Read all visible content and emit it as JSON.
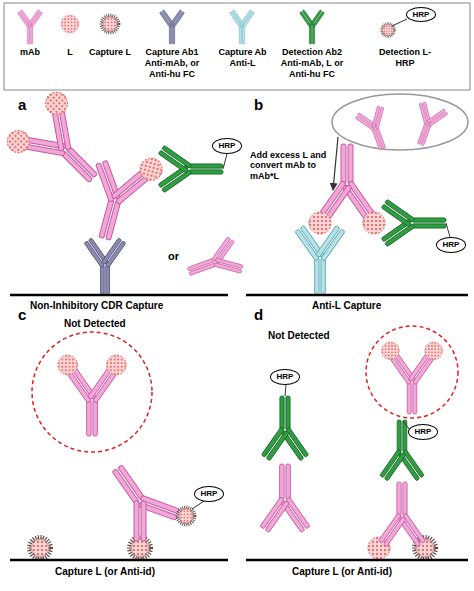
{
  "diagram": {
    "nodes": [
      {
        "text": [
          "HRP"
        ]
      },
      {
        "text": [
          "HRP"
        ]
      },
      {
        "text": [
          "HRP"
        ]
      },
      {
        "text": [
          "HRP"
        ]
      },
      {
        "text": [
          "HRP"
        ]
      },
      {
        "text": [
          "HRP"
        ]
      }
    ],
    "labels": [
      "a",
      "b",
      "c",
      "d",
      "Non-Inhibitory CDR Capture",
      "or",
      "Add excess L and convert mAb to mAb*L",
      "Anti-L Capture",
      "Not Detected",
      "Capture L (or Anti-id)",
      "Not Detected",
      "Capture L (or Anti-id)"
    ],
    "legend": [
      {
        "text": "mAb"
      },
      {
        "text": "L"
      },
      {
        "text": "Capture L"
      },
      {
        "text": "Capture Ab1 Anti-mAb, or Anti-hu FC"
      },
      {
        "text": "Capture Ab Anti-L"
      },
      {
        "text": "Detection Ab2 Anti-mAb, L or Anti-hu FC"
      },
      {
        "text": "Detection L-HRP"
      }
    ]
  }
}
